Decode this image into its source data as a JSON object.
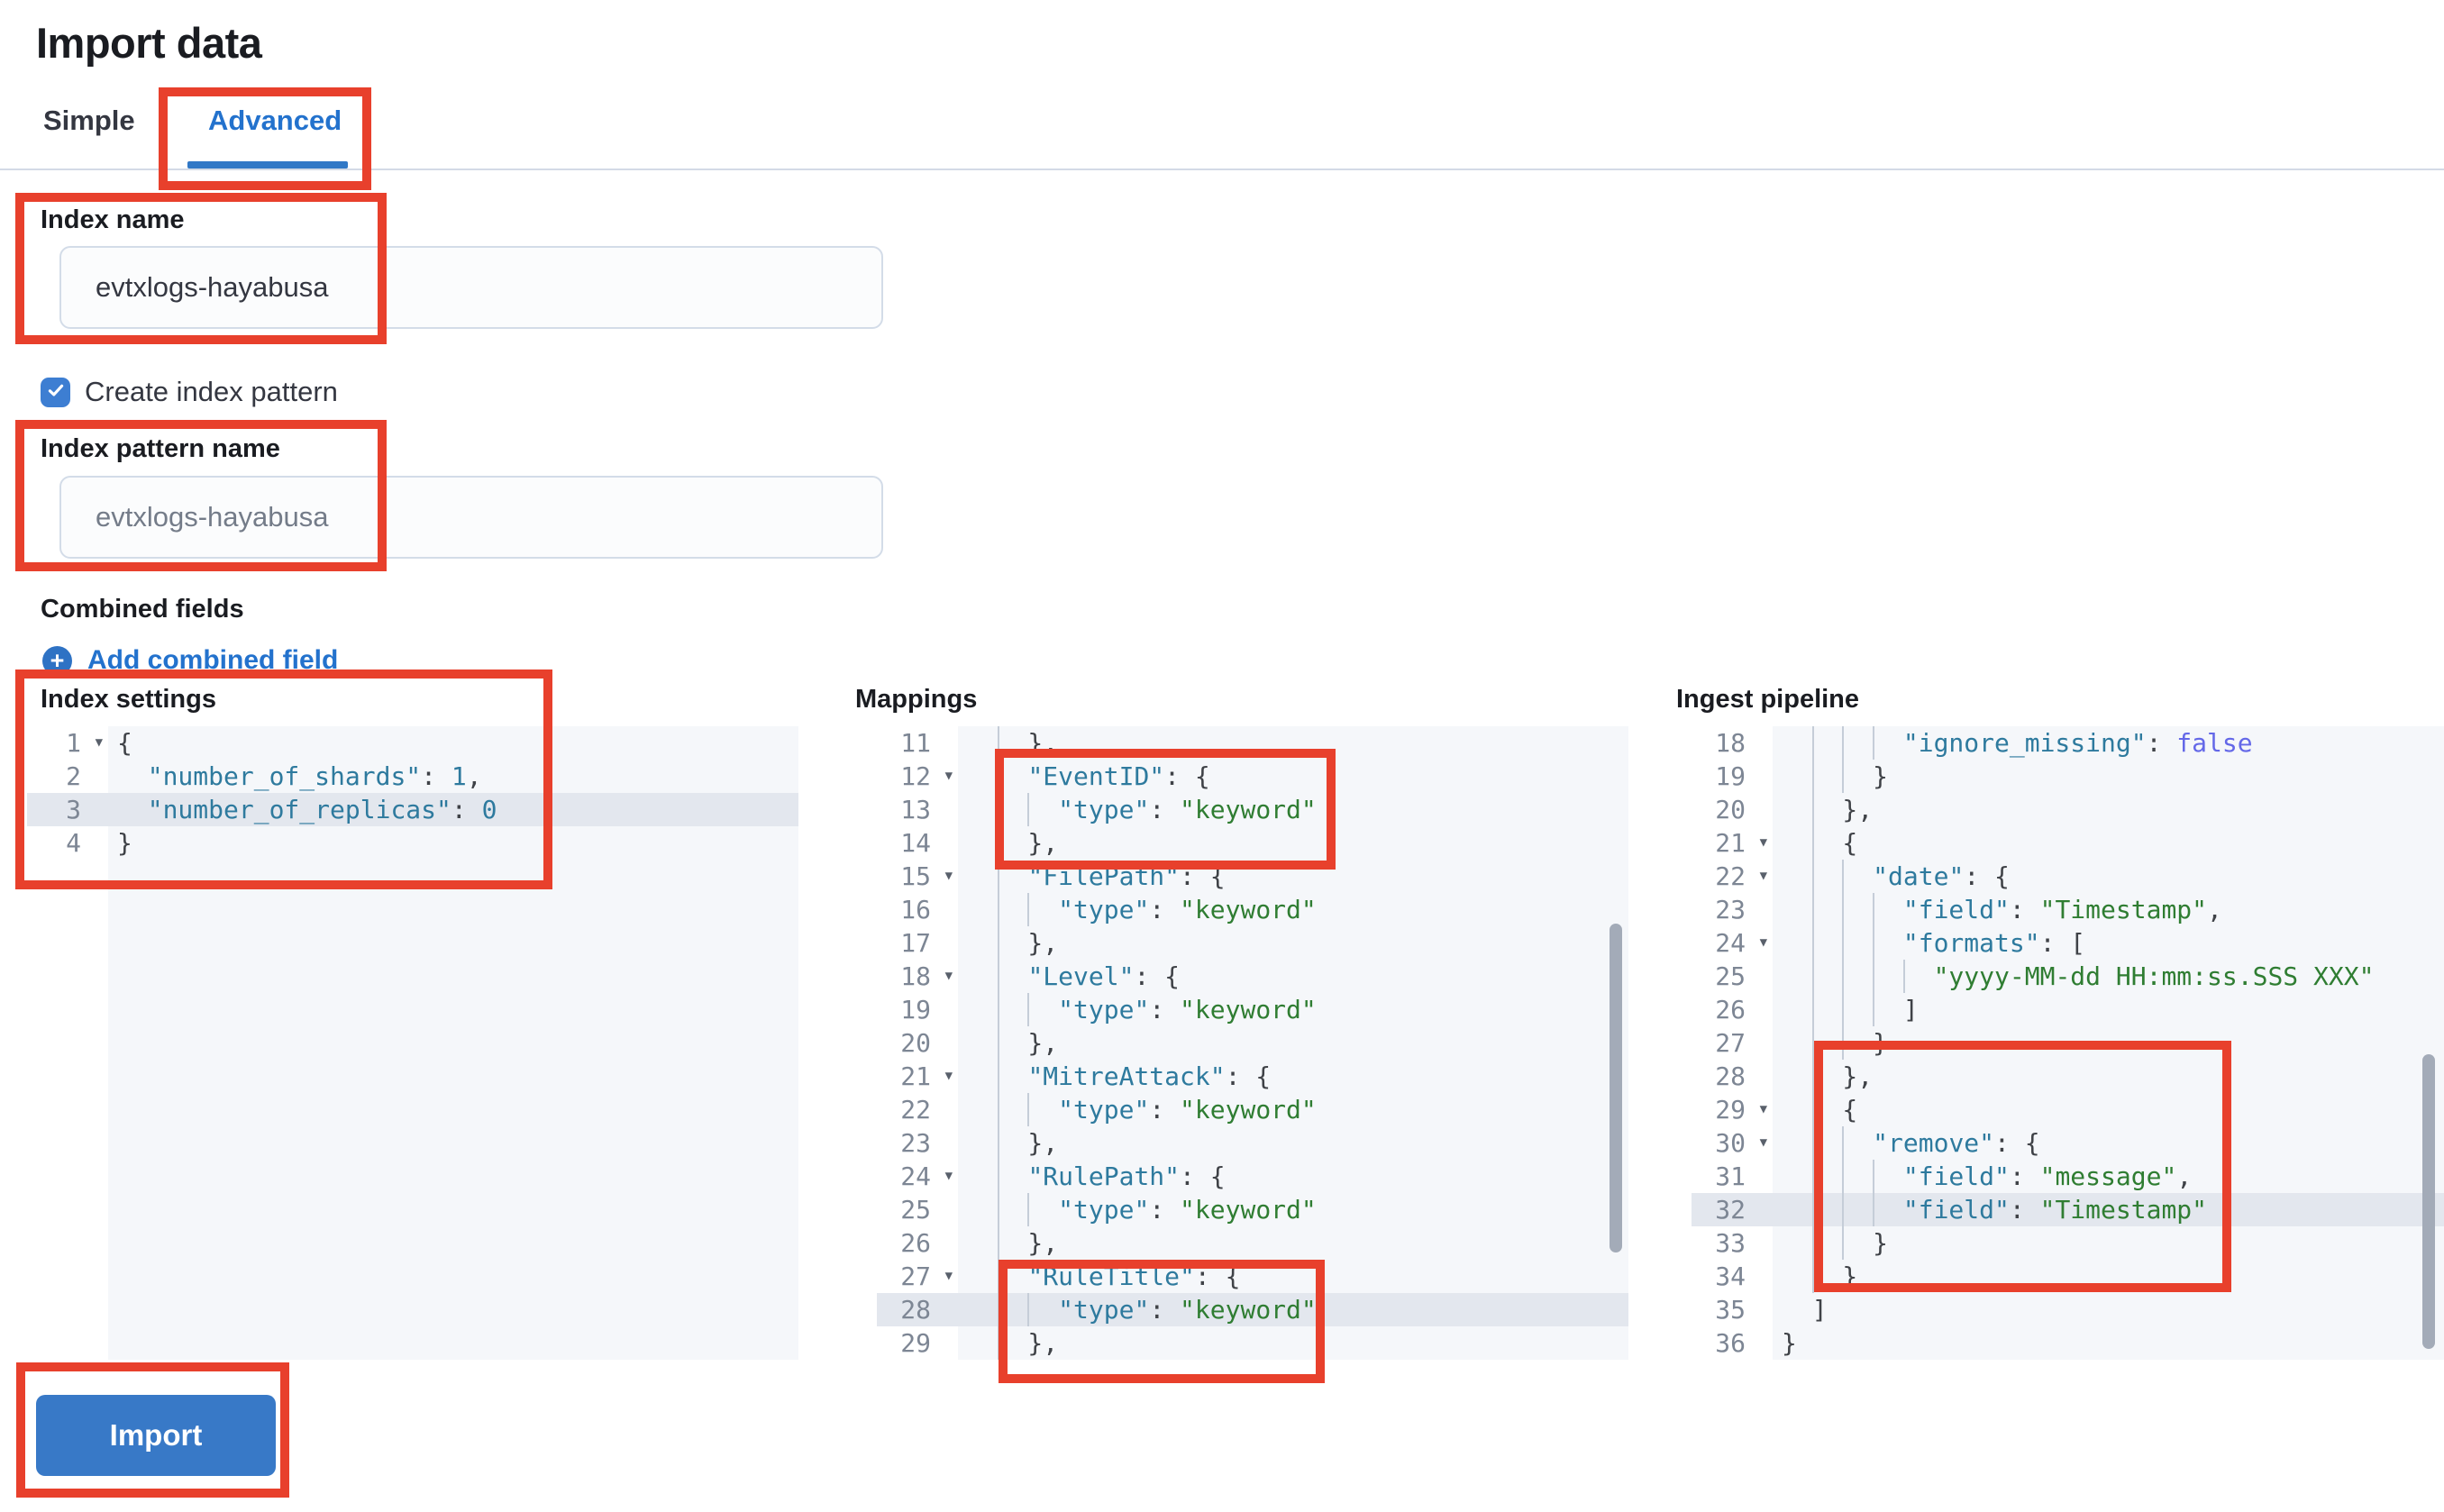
{
  "page": {
    "title": "Import data"
  },
  "tabs": {
    "simple": "Simple",
    "advanced": "Advanced"
  },
  "form": {
    "index_name": {
      "label": "Index name",
      "value": "evtxlogs-hayabusa"
    },
    "create_index_pattern": {
      "label": "Create index pattern",
      "checked": true
    },
    "index_pattern_name": {
      "label": "Index pattern name",
      "placeholder": "evtxlogs-hayabusa"
    },
    "combined_fields": {
      "label": "Combined fields",
      "add_link": "Add combined field"
    }
  },
  "import_button": {
    "label": "Import"
  },
  "colors": {
    "annotation": "#e8402c",
    "primary_blue": "#2372cd",
    "button_blue": "#3879c7",
    "checkbox_blue": "#3d7ed2",
    "editor_bg": "#f5f7fa",
    "active_line": "#e3e7ee",
    "key": "#2e7a9e",
    "string": "#2f7d32",
    "boolean": "#6468e8",
    "punctuation": "#3f4247",
    "line_number": "#7d8694",
    "divider": "#d3dae6"
  },
  "editors": [
    {
      "id": "index-settings",
      "label": "Index settings",
      "active_line": 3,
      "lines": [
        {
          "n": 1,
          "fold": true,
          "g": 0,
          "t": [
            [
              "p",
              "{"
            ]
          ]
        },
        {
          "n": 2,
          "g": 0,
          "t": [
            [
              "p",
              "  "
            ],
            [
              "k",
              "\"number_of_shards\""
            ],
            [
              "p",
              ": "
            ],
            [
              "n",
              "1"
            ],
            [
              "p",
              ","
            ]
          ]
        },
        {
          "n": 3,
          "g": 0,
          "hl": true,
          "t": [
            [
              "p",
              "  "
            ],
            [
              "k",
              "\"number_of_replicas\""
            ],
            [
              "p",
              ": "
            ],
            [
              "n",
              "0"
            ]
          ]
        },
        {
          "n": 4,
          "g": 0,
          "t": [
            [
              "p",
              "}"
            ]
          ]
        }
      ]
    },
    {
      "id": "mappings",
      "label": "Mappings",
      "active_line": 28,
      "lines": [
        {
          "n": 11,
          "g": 1,
          "t": [
            [
              "p",
              "    },"
            ]
          ]
        },
        {
          "n": 12,
          "fold": true,
          "g": 1,
          "t": [
            [
              "p",
              "    "
            ],
            [
              "k",
              "\"EventID\""
            ],
            [
              "p",
              ": {"
            ]
          ]
        },
        {
          "n": 13,
          "g": 2,
          "t": [
            [
              "p",
              "      "
            ],
            [
              "k",
              "\"type\""
            ],
            [
              "p",
              ": "
            ],
            [
              "s",
              "\"keyword\""
            ]
          ]
        },
        {
          "n": 14,
          "g": 1,
          "t": [
            [
              "p",
              "    },"
            ]
          ]
        },
        {
          "n": 15,
          "fold": true,
          "g": 1,
          "t": [
            [
              "p",
              "    "
            ],
            [
              "k",
              "\"FilePath\""
            ],
            [
              "p",
              ": {"
            ]
          ]
        },
        {
          "n": 16,
          "g": 2,
          "t": [
            [
              "p",
              "      "
            ],
            [
              "k",
              "\"type\""
            ],
            [
              "p",
              ": "
            ],
            [
              "s",
              "\"keyword\""
            ]
          ]
        },
        {
          "n": 17,
          "g": 1,
          "t": [
            [
              "p",
              "    },"
            ]
          ]
        },
        {
          "n": 18,
          "fold": true,
          "g": 1,
          "t": [
            [
              "p",
              "    "
            ],
            [
              "k",
              "\"Level\""
            ],
            [
              "p",
              ": {"
            ]
          ]
        },
        {
          "n": 19,
          "g": 2,
          "t": [
            [
              "p",
              "      "
            ],
            [
              "k",
              "\"type\""
            ],
            [
              "p",
              ": "
            ],
            [
              "s",
              "\"keyword\""
            ]
          ]
        },
        {
          "n": 20,
          "g": 1,
          "t": [
            [
              "p",
              "    },"
            ]
          ]
        },
        {
          "n": 21,
          "fold": true,
          "g": 1,
          "t": [
            [
              "p",
              "    "
            ],
            [
              "k",
              "\"MitreAttack\""
            ],
            [
              "p",
              ": {"
            ]
          ]
        },
        {
          "n": 22,
          "g": 2,
          "t": [
            [
              "p",
              "      "
            ],
            [
              "k",
              "\"type\""
            ],
            [
              "p",
              ": "
            ],
            [
              "s",
              "\"keyword\""
            ]
          ]
        },
        {
          "n": 23,
          "g": 1,
          "t": [
            [
              "p",
              "    },"
            ]
          ]
        },
        {
          "n": 24,
          "fold": true,
          "g": 1,
          "t": [
            [
              "p",
              "    "
            ],
            [
              "k",
              "\"RulePath\""
            ],
            [
              "p",
              ": {"
            ]
          ]
        },
        {
          "n": 25,
          "g": 2,
          "t": [
            [
              "p",
              "      "
            ],
            [
              "k",
              "\"type\""
            ],
            [
              "p",
              ": "
            ],
            [
              "s",
              "\"keyword\""
            ]
          ]
        },
        {
          "n": 26,
          "g": 1,
          "t": [
            [
              "p",
              "    },"
            ]
          ]
        },
        {
          "n": 27,
          "fold": true,
          "g": 1,
          "t": [
            [
              "p",
              "    "
            ],
            [
              "k",
              "\"RuleTitle\""
            ],
            [
              "p",
              ": {"
            ]
          ]
        },
        {
          "n": 28,
          "g": 2,
          "hl": true,
          "t": [
            [
              "p",
              "      "
            ],
            [
              "k",
              "\"type\""
            ],
            [
              "p",
              ": "
            ],
            [
              "s",
              "\"keyword\""
            ]
          ]
        },
        {
          "n": 29,
          "g": 1,
          "t": [
            [
              "p",
              "    },"
            ]
          ]
        }
      ]
    },
    {
      "id": "ingest-pipeline",
      "label": "Ingest pipeline",
      "active_line": 32,
      "lines": [
        {
          "n": 18,
          "g": 3,
          "t": [
            [
              "p",
              "        "
            ],
            [
              "k",
              "\"ignore_missing\""
            ],
            [
              "p",
              ": "
            ],
            [
              "b",
              "false"
            ]
          ]
        },
        {
          "n": 19,
          "g": 2,
          "t": [
            [
              "p",
              "      }"
            ]
          ]
        },
        {
          "n": 20,
          "g": 1,
          "t": [
            [
              "p",
              "    },"
            ]
          ]
        },
        {
          "n": 21,
          "fold": true,
          "g": 1,
          "t": [
            [
              "p",
              "    {"
            ]
          ]
        },
        {
          "n": 22,
          "fold": true,
          "g": 2,
          "t": [
            [
              "p",
              "      "
            ],
            [
              "k",
              "\"date\""
            ],
            [
              "p",
              ": {"
            ]
          ]
        },
        {
          "n": 23,
          "g": 3,
          "t": [
            [
              "p",
              "        "
            ],
            [
              "k",
              "\"field\""
            ],
            [
              "p",
              ": "
            ],
            [
              "s",
              "\"Timestamp\""
            ],
            [
              "p",
              ","
            ]
          ]
        },
        {
          "n": 24,
          "fold": true,
          "g": 3,
          "t": [
            [
              "p",
              "        "
            ],
            [
              "k",
              "\"formats\""
            ],
            [
              "p",
              ": ["
            ]
          ]
        },
        {
          "n": 25,
          "g": 4,
          "t": [
            [
              "p",
              "          "
            ],
            [
              "s",
              "\"yyyy-MM-dd HH:mm:ss.SSS XXX\""
            ]
          ]
        },
        {
          "n": 26,
          "g": 3,
          "t": [
            [
              "p",
              "        ]"
            ]
          ]
        },
        {
          "n": 27,
          "g": 2,
          "t": [
            [
              "p",
              "      }"
            ]
          ]
        },
        {
          "n": 28,
          "g": 1,
          "t": [
            [
              "p",
              "    },"
            ]
          ]
        },
        {
          "n": 29,
          "fold": true,
          "g": 1,
          "t": [
            [
              "p",
              "    {"
            ]
          ]
        },
        {
          "n": 30,
          "fold": true,
          "g": 2,
          "t": [
            [
              "p",
              "      "
            ],
            [
              "k",
              "\"remove\""
            ],
            [
              "p",
              ": {"
            ]
          ]
        },
        {
          "n": 31,
          "g": 3,
          "t": [
            [
              "p",
              "        "
            ],
            [
              "k",
              "\"field\""
            ],
            [
              "p",
              ": "
            ],
            [
              "s",
              "\"message\""
            ],
            [
              "p",
              ","
            ]
          ]
        },
        {
          "n": 32,
          "g": 3,
          "hl": true,
          "t": [
            [
              "p",
              "        "
            ],
            [
              "k",
              "\"field\""
            ],
            [
              "p",
              ": "
            ],
            [
              "s",
              "\"Timestamp\""
            ]
          ]
        },
        {
          "n": 33,
          "g": 2,
          "t": [
            [
              "p",
              "      }"
            ]
          ]
        },
        {
          "n": 34,
          "g": 1,
          "t": [
            [
              "p",
              "    }"
            ]
          ]
        },
        {
          "n": 35,
          "g": 0,
          "t": [
            [
              "p",
              "  ]"
            ]
          ]
        },
        {
          "n": 36,
          "g": 0,
          "t": [
            [
              "p",
              "}"
            ]
          ]
        }
      ]
    }
  ]
}
